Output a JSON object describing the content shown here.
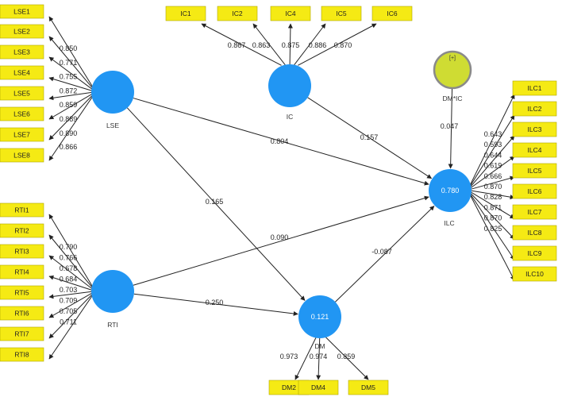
{
  "constructs": {
    "LSE": {
      "label": "LSE",
      "r2": ""
    },
    "IC": {
      "label": "IC",
      "r2": ""
    },
    "RTI": {
      "label": "RTI",
      "r2": ""
    },
    "ILC": {
      "label": "ILC",
      "r2": "0.780"
    },
    "DM": {
      "label": "DM",
      "r2": "0.121"
    },
    "DMIC": {
      "label": "DM*IC",
      "expand": "[+]"
    }
  },
  "indicators": {
    "LSE": [
      {
        "label": "LSE1",
        "loading": ""
      },
      {
        "label": "LSE2",
        "loading": "0.850"
      },
      {
        "label": "LSE3",
        "loading": "0.771"
      },
      {
        "label": "LSE4",
        "loading": "0.755"
      },
      {
        "label": "LSE5",
        "loading": "0.872"
      },
      {
        "label": "LSE6",
        "loading": "0.859"
      },
      {
        "label": "LSE7",
        "loading": "0.889"
      },
      {
        "label": "LSE8",
        "loading": "0.890"
      }
    ],
    "LSE_extra_loading": "0.866",
    "IC": [
      {
        "label": "IC1",
        "loading": "0.867"
      },
      {
        "label": "IC2",
        "loading": "0.863"
      },
      {
        "label": "IC4",
        "loading": "0.875"
      },
      {
        "label": "IC5",
        "loading": "0.886"
      },
      {
        "label": "IC6",
        "loading": "0.870"
      }
    ],
    "RTI": [
      {
        "label": "RTI1",
        "loading": "0.790"
      },
      {
        "label": "RTI2",
        "loading": "0.766"
      },
      {
        "label": "RTI3",
        "loading": "0.678"
      },
      {
        "label": "RTI4",
        "loading": "0.684"
      },
      {
        "label": "RTI5",
        "loading": "0.703"
      },
      {
        "label": "RTI6",
        "loading": "0.709"
      },
      {
        "label": "RTI7",
        "loading": "0.705"
      },
      {
        "label": "RTI8",
        "loading": "0.711"
      }
    ],
    "ILC": [
      {
        "label": "ILC1",
        "loading": "0.643"
      },
      {
        "label": "ILC2",
        "loading": "0.593"
      },
      {
        "label": "ILC3",
        "loading": "0.644"
      },
      {
        "label": "ILC4",
        "loading": "0.619"
      },
      {
        "label": "ILC5",
        "loading": "0.666"
      },
      {
        "label": "ILC6",
        "loading": "0.870"
      },
      {
        "label": "ILC7",
        "loading": "0.828"
      },
      {
        "label": "ILC8",
        "loading": "0.871"
      },
      {
        "label": "ILC9",
        "loading": "0.870"
      },
      {
        "label": "ILC10",
        "loading": "0.825"
      }
    ],
    "DM": [
      {
        "label": "DM2",
        "loading": "0.973"
      },
      {
        "label": "DM4",
        "loading": "0.974"
      },
      {
        "label": "DM5",
        "loading": "0.859"
      }
    ]
  },
  "paths": [
    {
      "from": "LSE",
      "to": "ILC",
      "coef": "0.804"
    },
    {
      "from": "IC",
      "to": "ILC",
      "coef": "0.157"
    },
    {
      "from": "LSE",
      "to": "DM",
      "coef": "0.165"
    },
    {
      "from": "RTI",
      "to": "ILC",
      "coef": "0.090"
    },
    {
      "from": "RTI",
      "to": "DM",
      "coef": "0.250"
    },
    {
      "from": "DM",
      "to": "ILC",
      "coef": "-0.087"
    },
    {
      "from": "DMIC",
      "to": "ILC",
      "coef": "0.047"
    }
  ],
  "colors": {
    "latent": "#2196f3",
    "indicator": "#f5ea14",
    "moderator": "#cfdc33"
  }
}
